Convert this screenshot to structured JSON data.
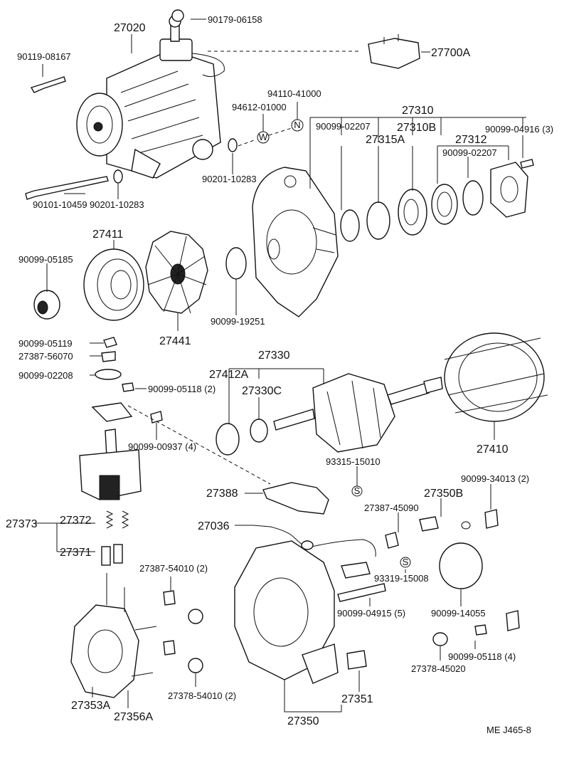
{
  "parts": {
    "p27020": "27020",
    "p90179_06158": "90179-06158",
    "p90119_08167": "90119-08167",
    "p27700A": "27700A",
    "p94110_41000": "94110-41000",
    "p94612_01000": "94612-01000",
    "p27310": "27310",
    "p90099_02207a": "90099-02207",
    "p27310B": "27310B",
    "p27315A": "27315A",
    "p27312": "27312",
    "p90099_04916": "90099-04916 (3)",
    "p90099_02207b": "90099-02207",
    "p90201_10283a": "90201-10283",
    "p90101_10459": "90101-10459",
    "p90201_10283b": "90201-10283",
    "p27411": "27411",
    "p90099_05185": "90099-05185",
    "p90099_19251": "90099-19251",
    "p27441": "27441",
    "p90099_05119": "90099-05119",
    "p27387_56070": "27387-56070",
    "p90099_02208": "90099-02208",
    "p90099_05118a": "90099-05118 (2)",
    "p27330": "27330",
    "p27412A": "27412A",
    "p27330C": "27330C",
    "p90099_00937": "90099-00937 (4)",
    "p27410": "27410",
    "p93315_15010": "93315-15010",
    "p90099_34013": "90099-34013 (2)",
    "p27388": "27388",
    "p27350B": "27350B",
    "p27387_45090": "27387-45090",
    "p27373": "27373",
    "p27372": "27372",
    "p27036": "27036",
    "p27371": "27371",
    "p27387_54010": "27387-54010 (2)",
    "p93319_15008": "93319-15008",
    "p90099_04915": "90099-04915 (5)",
    "p90099_14055": "90099-14055",
    "p90099_05118b": "90099-05118 (4)",
    "p27378_45020": "27378-45020",
    "p27378_54010": "27378-54010 (2)",
    "p27353A": "27353A",
    "p27356A": "27356A",
    "p27351": "27351",
    "p27350": "27350"
  },
  "markers": {
    "washer": "W",
    "nut": "N",
    "spacer": "S"
  },
  "footer": {
    "code": "ME  J465-8"
  }
}
